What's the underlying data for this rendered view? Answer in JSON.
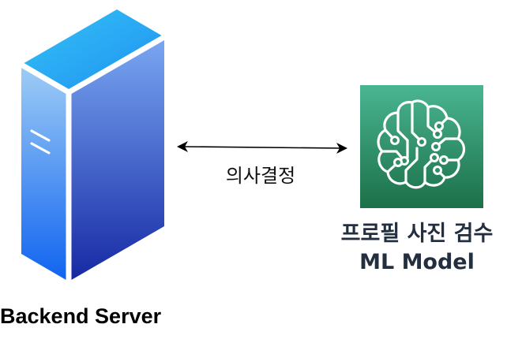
{
  "nodes": {
    "server": {
      "label": "Backend Server",
      "icon": "server-icon"
    },
    "ml_model": {
      "label_line1": "프로필 사진 검수",
      "label_line2": "ML Model",
      "icon": "sagemaker-brain-icon"
    }
  },
  "edge": {
    "label": "의사결정",
    "direction": "bidirectional"
  },
  "colors": {
    "server_top": "#3ab0f5",
    "server_front_light": "#8cc4f3",
    "server_front_dark": "#1a6ef0",
    "server_side_light": "#6aa0f2",
    "server_side_dark": "#1a2fa8",
    "ml_bg_top": "#4ab592",
    "ml_bg_bottom": "#1b7048",
    "ml_label": "#232f3e"
  }
}
